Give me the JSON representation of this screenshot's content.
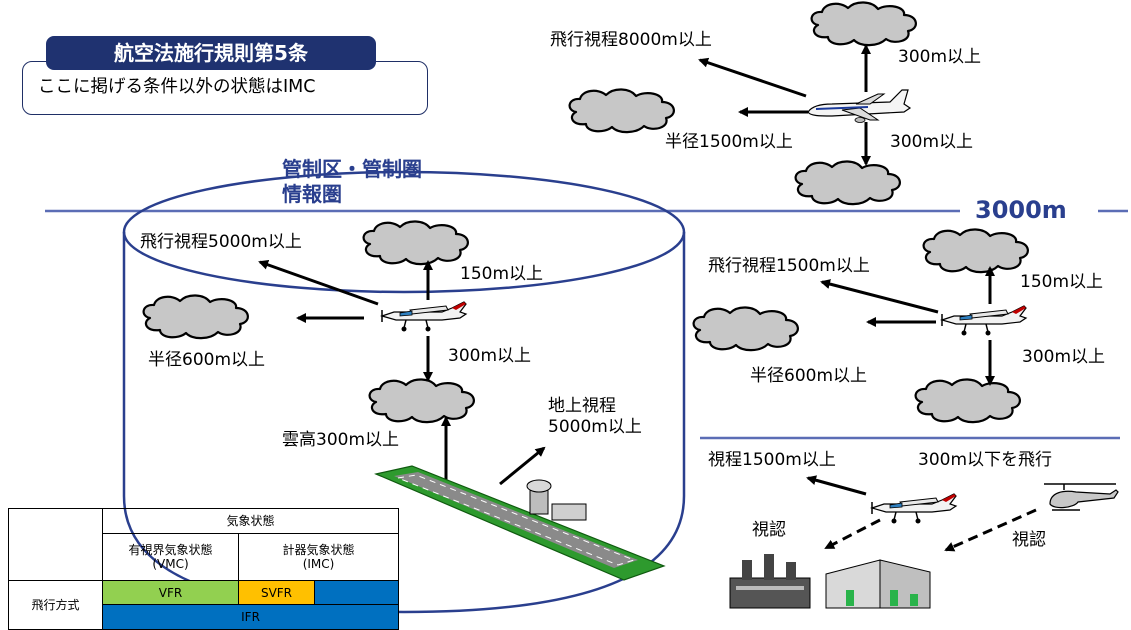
{
  "rule": {
    "title": "航空法施行規則第5条",
    "text": "ここに掲げる条件以外の状態はIMC"
  },
  "altitude_label": "3000m",
  "upper": {
    "visibility": "飛行視程8000m以上",
    "above": "300m以上",
    "radius": "半径1500m以上",
    "below": "300m以上"
  },
  "control_zone": {
    "title_line1": "管制区・管制圏",
    "title_line2": "情報圏",
    "visibility": "飛行視程5000m以上",
    "above": "150m以上",
    "radius": "半径600m以上",
    "below": "300m以上",
    "ceiling": "雲高300m以上",
    "ground_vis_line1": "地上視程",
    "ground_vis_line2": "5000m以上"
  },
  "outside": {
    "visibility": "飛行視程1500m以上",
    "above": "150m以上",
    "radius": "半径600m以上",
    "below": "300m以上"
  },
  "low": {
    "visibility": "視程1500m以上",
    "altitude": "300m以下を飛行",
    "sight1": "視認",
    "sight2": "視認"
  },
  "table": {
    "weather_header": "気象状態",
    "vmc_line1": "有視界気象状態",
    "vmc_line2": "(VMC)",
    "imc_line1": "計器気象状態",
    "imc_line2": "(IMC)",
    "row_header": "飛行方式",
    "vfr": "VFR",
    "svfr": "SVFR",
    "ifr": "IFR"
  },
  "colors": {
    "navy": "#2a3f8e",
    "cloud": "#c7c7c7",
    "vfr": "#92d050",
    "svfr": "#ffc000",
    "ifr": "#0070c0",
    "grass": "#2e9a2e"
  }
}
